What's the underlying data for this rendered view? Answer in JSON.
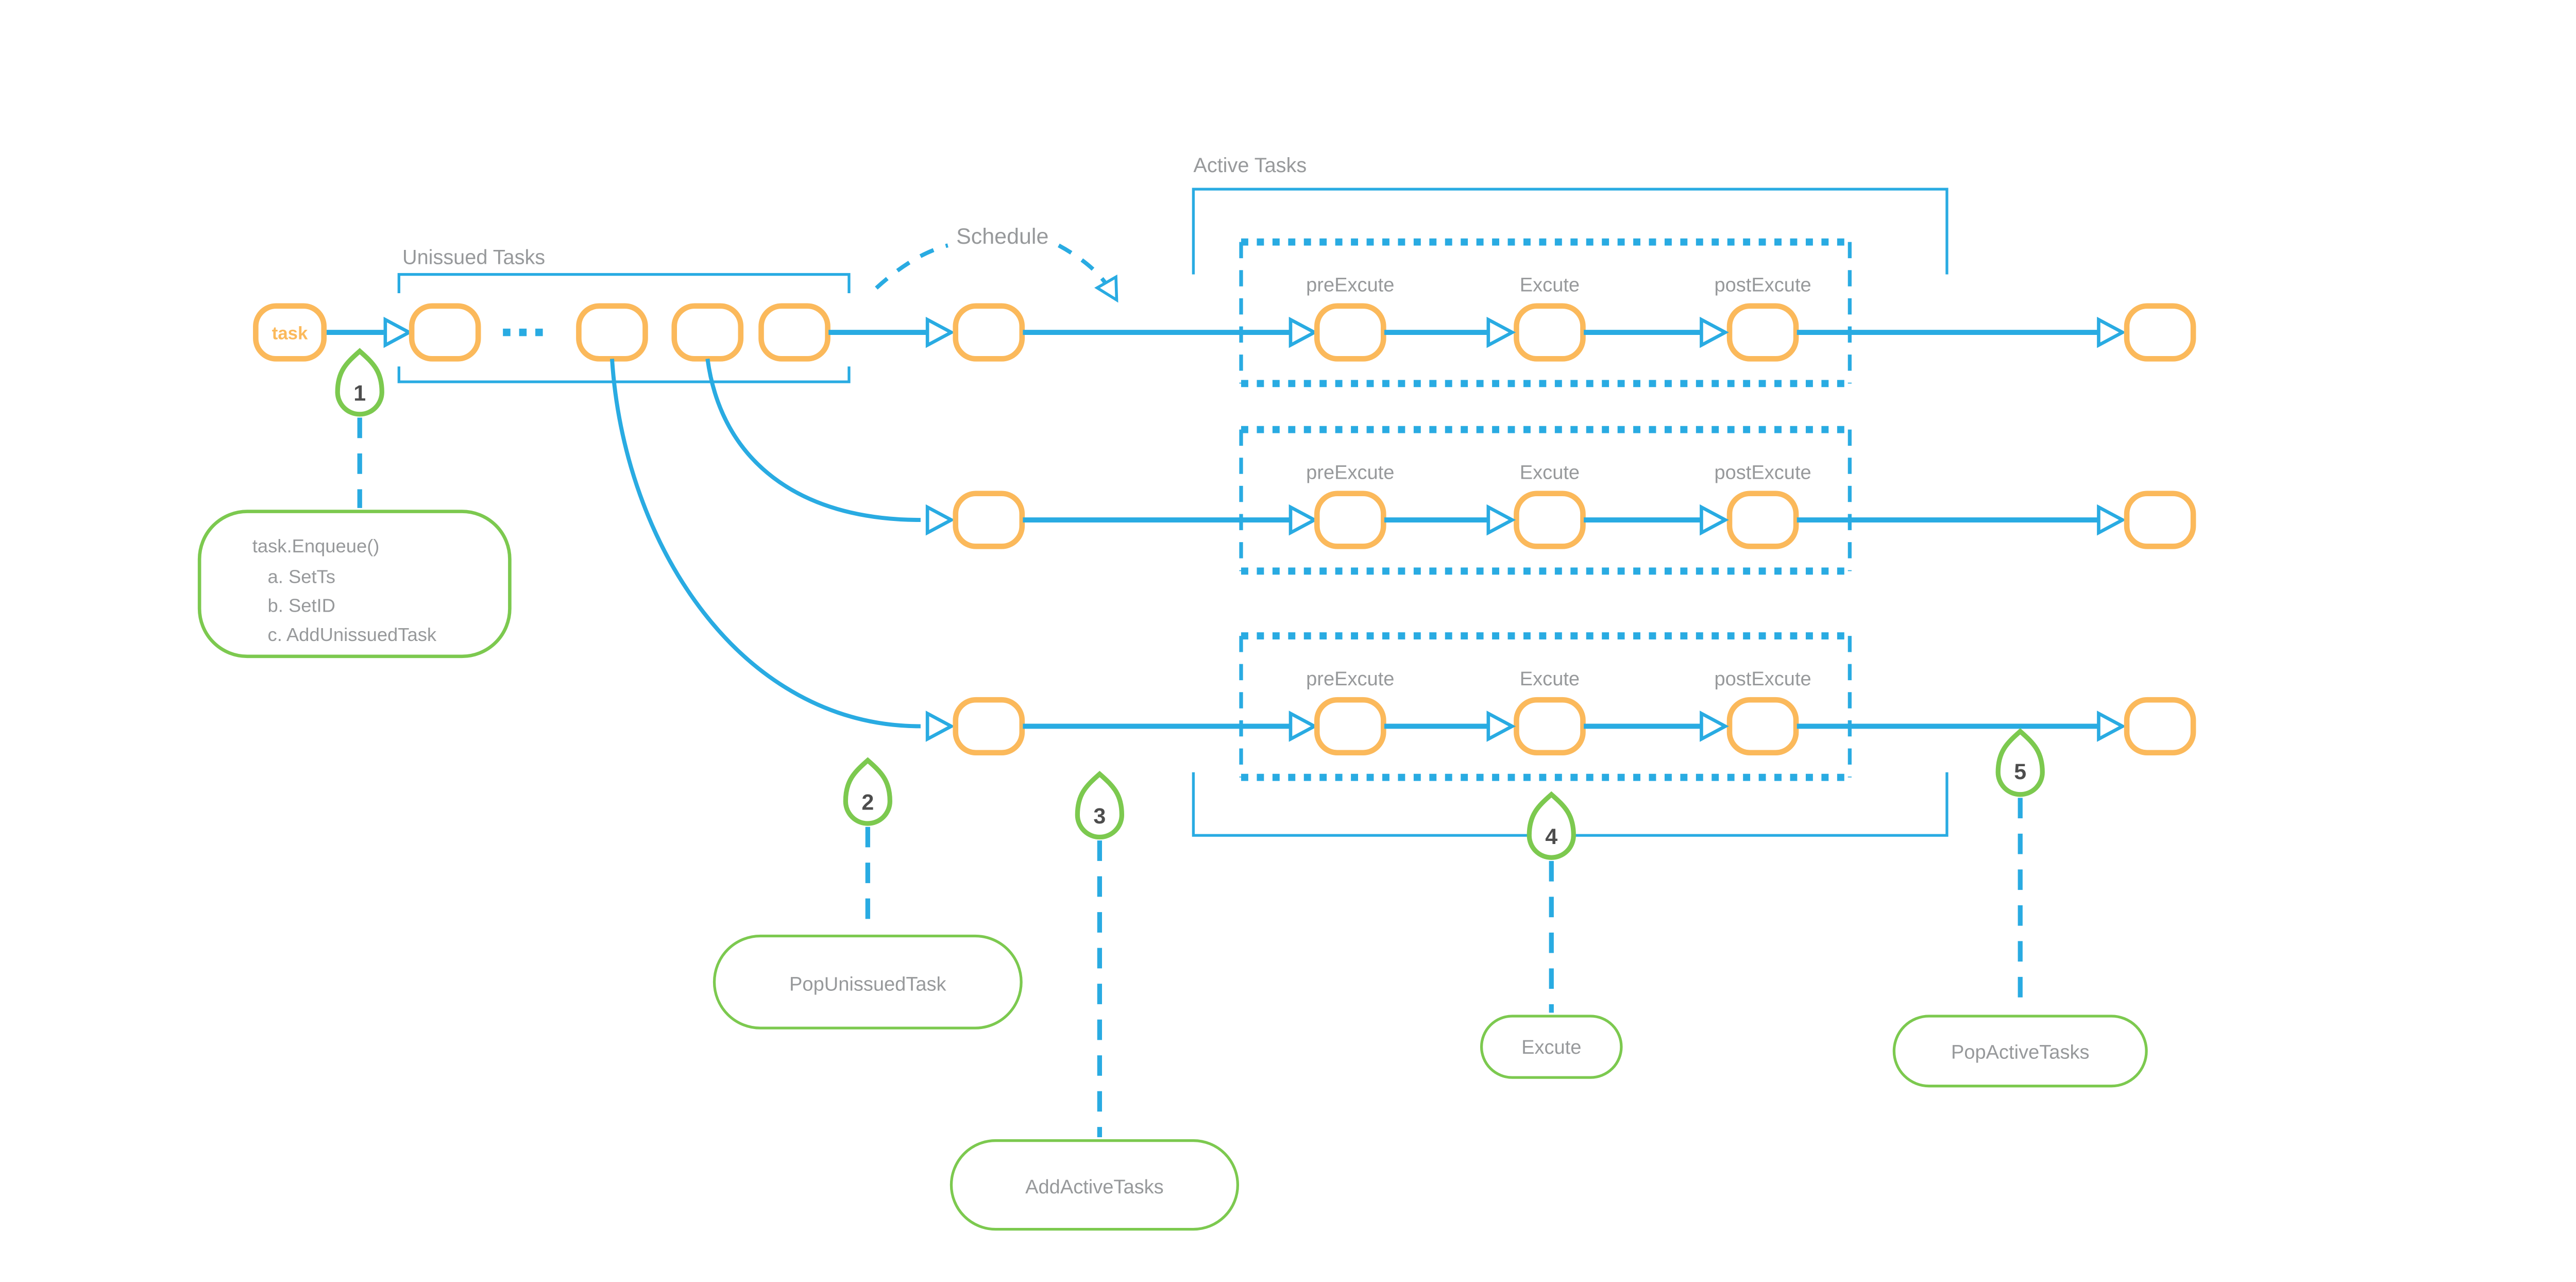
{
  "palette": {
    "flow_blue": "#29ABE2",
    "node_orange": "#FBB95B",
    "annotation_green": "#7CC94F",
    "label_gray": "#97999B",
    "number_gray": "#4D4D4D",
    "background": "#FFFFFF"
  },
  "labels": {
    "task_node": "task",
    "unissued_tasks": "Unissued Tasks",
    "schedule": "Schedule",
    "active_tasks": "Active Tasks"
  },
  "stages": {
    "pre": "preExcute",
    "exec": "Excute",
    "post": "postExcute"
  },
  "steps": [
    {
      "num": "1",
      "label": "task.Enqueue()",
      "details": [
        "a. SetTs",
        "b. SetID",
        "c. AddUnissuedTask"
      ]
    },
    {
      "num": "2",
      "label": "PopUnissuedTask"
    },
    {
      "num": "3",
      "label": "AddActiveTasks"
    },
    {
      "num": "4",
      "label": "Excute"
    },
    {
      "num": "5",
      "label": "PopActiveTasks"
    }
  ]
}
